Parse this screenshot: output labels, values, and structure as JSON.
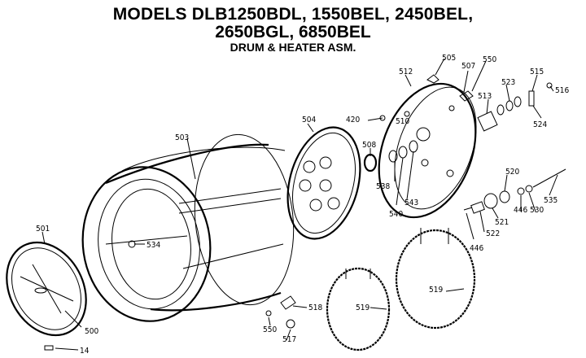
{
  "header": {
    "title_line1": "MODELS DLB1250BDL,  1550BEL, 2450BEL,",
    "title_line2": "2650BGL, 6850BEL",
    "subtitle": "DRUM & HEATER ASM."
  },
  "parts": {
    "p14": "14",
    "p420": "420",
    "p446a": "446",
    "p446b": "446",
    "p500": "500",
    "p501": "501",
    "p503": "503",
    "p504": "504",
    "p505": "505",
    "p507": "507",
    "p508": "508",
    "p510": "510",
    "p512": "512",
    "p513": "513",
    "p515": "515",
    "p516": "516",
    "p517": "517",
    "p518": "518",
    "p519a": "519",
    "p519b": "519",
    "p520": "520",
    "p521": "521",
    "p522": "522",
    "p523": "523",
    "p524": "524",
    "p530": "530",
    "p534": "534",
    "p535": "535",
    "p538": "538",
    "p540": "540",
    "p543": "543",
    "p550a": "550",
    "p550b": "550"
  }
}
